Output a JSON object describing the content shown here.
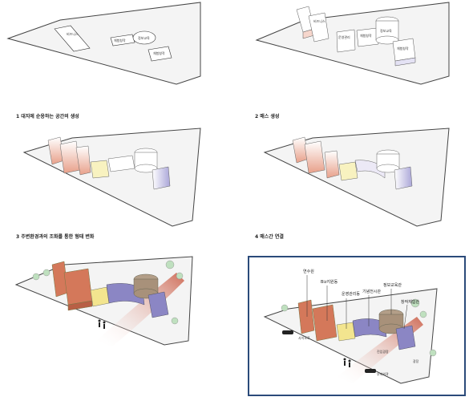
{
  "steps": [
    {
      "caption": "1 대지에 순응하는 공간의 생성"
    },
    {
      "caption": "2 매스 생성"
    },
    {
      "caption": "3 주변환경과의 조화를 통한 형태 변화"
    },
    {
      "caption": "4 매스간 연결"
    }
  ],
  "panel1": {
    "labels": [
      "비즈니스",
      "체험창작",
      "정보교육",
      "체험창작"
    ]
  },
  "panel2": {
    "labels": [
      "비즈니스",
      "운영관리",
      "체험창작",
      "정보교육",
      "체험창작"
    ]
  },
  "final": {
    "labels": [
      "연수원",
      "Biz지원동",
      "운영관리동",
      "기념전시관",
      "정보교육관",
      "창작체험관"
    ],
    "road_labels": [
      "사이도로",
      "진입광장",
      "광장",
      "부지외곽"
    ]
  },
  "colors": {
    "site_fill": "#f4f4f4",
    "site_edge": "#444444",
    "brick": "#d4785a",
    "yellow": "#f3e58f",
    "purple": "#8b86c4",
    "drum": "#a8917a",
    "frame": "#2b4a7a"
  }
}
